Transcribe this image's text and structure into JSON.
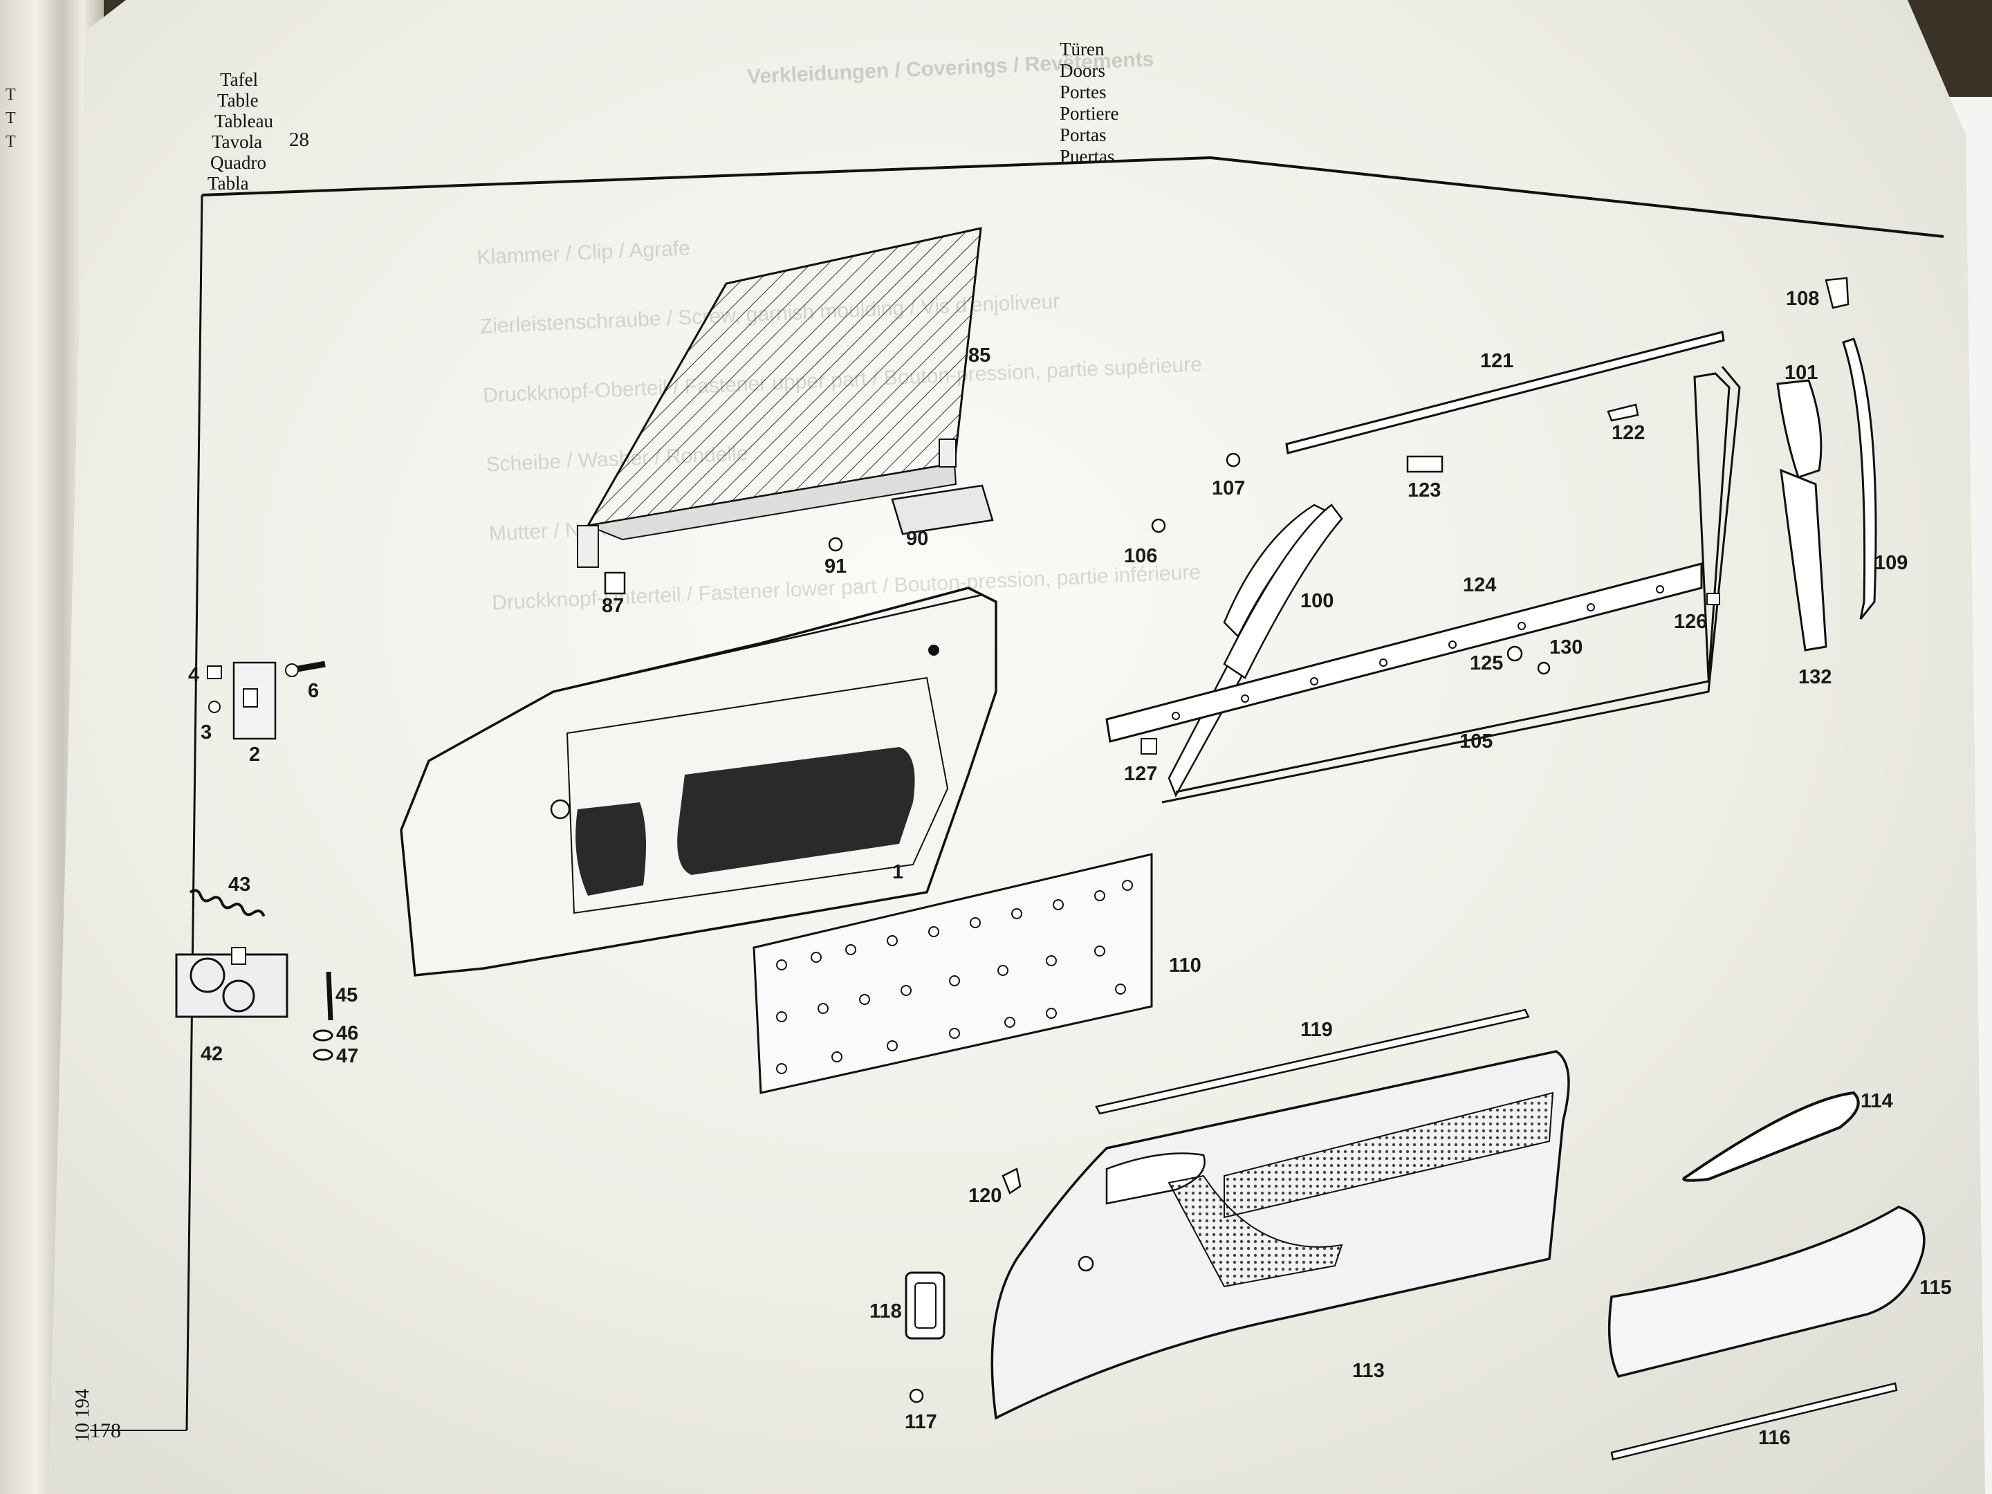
{
  "header": {
    "labels": [
      "Tafel",
      "Table",
      "Tableau",
      "Tavola",
      "Quadro",
      "Tabla"
    ],
    "table_number": "28"
  },
  "title": {
    "words": [
      "Türen",
      "Doors",
      "Portes",
      "Portiere",
      "Portas",
      "Puertas"
    ]
  },
  "background_text": {
    "top_heading": "Verkleidungen / Coverings / Revêtements",
    "rows": [
      "Klammer / Clip / Agrafe",
      "Zierleistenschraube / Screw, garnish moulding / Vis d'enjoliveur",
      "Druckknopf-Oberteil / Fastener upper part / Bouton-pression, partie supérieure",
      "Scheibe / Washer / Rondelle",
      "Mutter / Nut / Ecrou",
      "Druckknopf-Unterteil / Fastener lower part / Bouton-pression, partie inférieure"
    ]
  },
  "parts": {
    "c2": "2",
    "c3": "3",
    "c4": "4",
    "c6": "6",
    "c42": "42",
    "c43": "43",
    "c45": "45",
    "c46": "46",
    "c47": "47",
    "c1": "1",
    "c85": "85",
    "c87": "87",
    "c90": "90",
    "c91": "91",
    "c100": "100",
    "c101": "101",
    "c105": "105",
    "c106": "106",
    "c107": "107",
    "c108": "108",
    "c109": "109",
    "c110": "110",
    "c113": "113",
    "c114": "114",
    "c115": "115",
    "c116": "116",
    "c117": "117",
    "c118": "118",
    "c119": "119",
    "c120": "120",
    "c121": "121",
    "c122": "122",
    "c123": "123",
    "c124": "124",
    "c125": "125",
    "c126": "126",
    "c127": "127",
    "c130": "130",
    "c132": "132"
  },
  "footer": {
    "page_number": "178",
    "ref_number": "10 194"
  }
}
